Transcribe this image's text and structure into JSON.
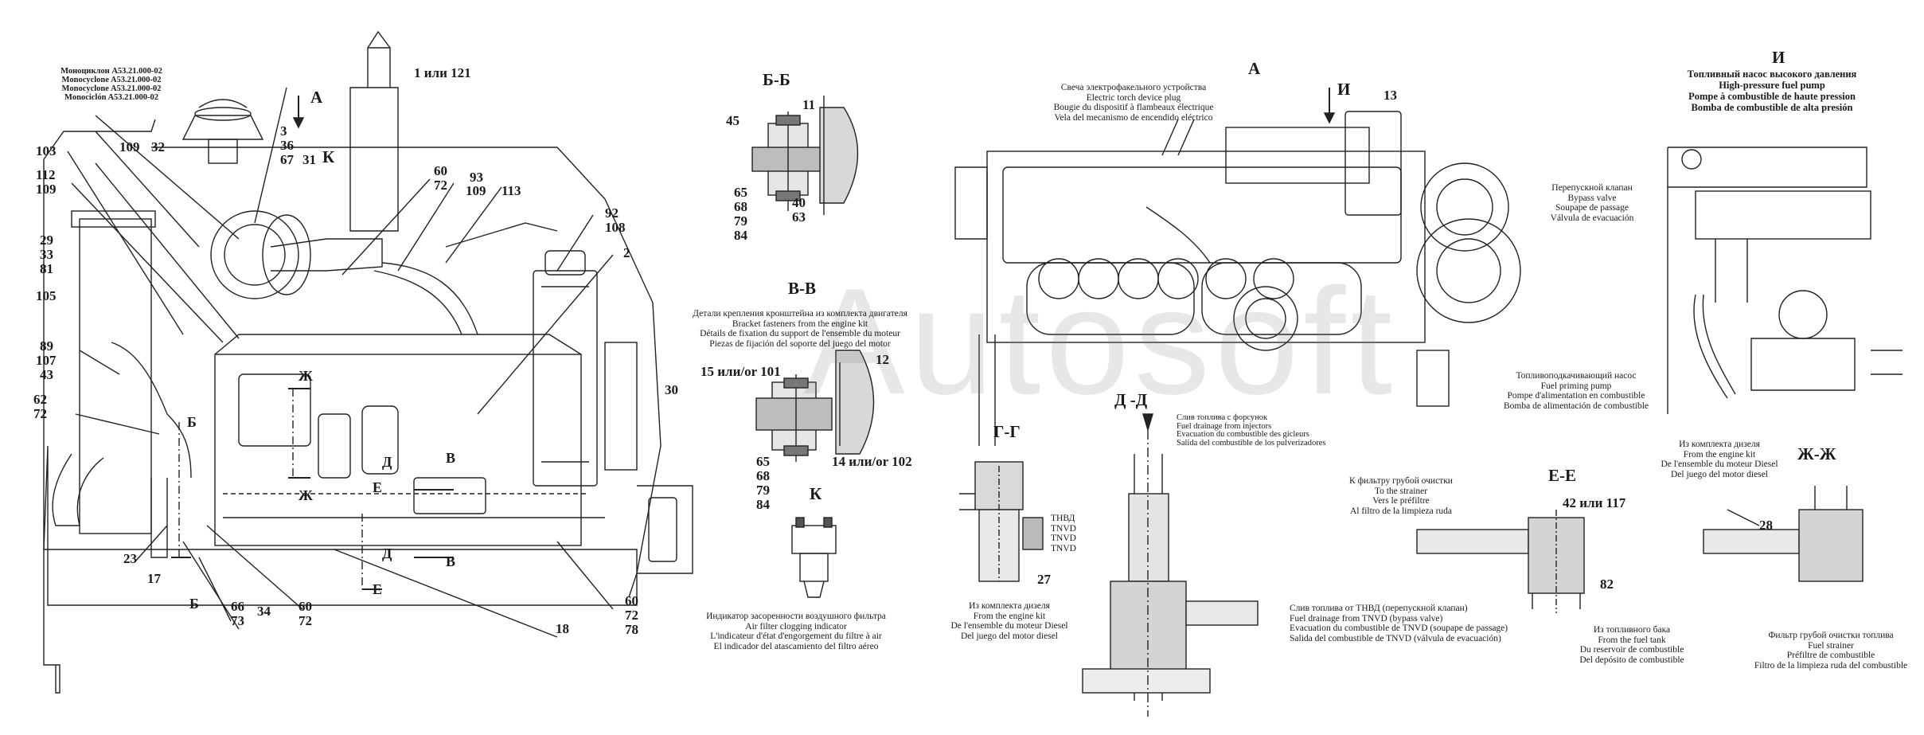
{
  "watermark": "Autosoft",
  "sections": {
    "A_left": "А",
    "A_right": "А",
    "B_top": "Б-Б",
    "V": "В-В",
    "K": "К",
    "G": "Г-Г",
    "D": "Д -Д",
    "E": "Е-Е",
    "ZH": "Ж-Ж",
    "I": "И",
    "I_arrow": "И",
    "K_callout": "К"
  },
  "captions": {
    "monocyclone": [
      "Моноциклон А53.21.000-02",
      "Monocyclone A53.21.000-02",
      "Monocyclone A53.21.000-02",
      "Monociclón A53.21.000-02"
    ],
    "torch": [
      "Свеча электрофакельного устройства",
      "Electric torch device plug",
      "Bougie du dispositif à flambeaux électrique",
      "Vela del mecanismo de encendido eléctrico"
    ],
    "hp_pump": [
      "Топливный насос высокого давления",
      "High-pressure fuel pump",
      "Pompe à combustible de haute pression",
      "Bomba de combustible de alta presión"
    ],
    "bypass": [
      "Перепускной клапан",
      "Bypass valve",
      "Soupape de passage",
      "Válvula de evacuación"
    ],
    "priming": [
      "Топливоподкачивающий насос",
      "Fuel priming pump",
      "Pompe d'alimentation en combustible",
      "Bomba de alimentación de combustible"
    ],
    "bracket": [
      "Детали крепления кронштейна из комплекта двигателя",
      "Bracket fasteners from the engine kit",
      "Détails de fixation du support de l'ensemble du moteur",
      "Piezas de fijación del soporte del juego del motor"
    ],
    "injectors_drain": [
      "Слив топлива с форсунок",
      "Fuel drainage from injectors",
      "Evacuation du combustible des gicleurs",
      "Salida del combustible de los pulverizadores"
    ],
    "diesel_kit_g": [
      "Из комплекта дизеля",
      "From the engine kit",
      "De l'ensemble du moteur Diesel",
      "Del juego del motor diesel"
    ],
    "diesel_kit_zh": [
      "Из комплекта дизеля",
      "From the engine kit",
      "De l'ensemble du moteur Diesel",
      "Del juego del motor diesel"
    ],
    "air_filter": [
      "Индикатор засоренности воздушного фильтра",
      "Air filter clogging indicator",
      "L'indicateur d'état d'engorgement du filtre à air",
      "El indicador del atascamiento del filtro aéreo"
    ],
    "tnvd_drain": [
      "Слив топлива от ТНВД (перепускной клапан)",
      "Fuel drainage from TNVD (bypass valve)",
      "Evacuation du combustible de TNVD (soupape de passage)",
      "Salida del combustible de TNVD (válvula de evacuación)"
    ],
    "to_strainer": [
      "К фильтру грубой очистки",
      "To the strainer",
      "Vers le préfiltre",
      "Al filtro de la limpieza ruda"
    ],
    "from_tank": [
      "Из топливного бака",
      "From the fuel tank",
      "Du reservoir de combustible",
      "Del depósito de combustible"
    ],
    "fuel_strainer": [
      "Фильтр грубой очистки топлива",
      "Fuel strainer",
      "Préfiltre de combustible",
      "Filtro de la limpieza ruda del combustible"
    ],
    "tnvd_list": [
      "ТНВД",
      "TNVD",
      "TNVD",
      "TNVD"
    ]
  },
  "callouts": {
    "c1": "1 или 121",
    "c3": "3",
    "c36": "36",
    "c67": "67",
    "c31": "31",
    "c103": "103",
    "c112": "112",
    "c109a": "109",
    "c109b": "109",
    "c32": "32",
    "c60a": "60",
    "c72a": "72",
    "c93": "93",
    "c109c": "109",
    "c113": "113",
    "c92": "92",
    "c108": "108",
    "c2": "2",
    "c29": "29",
    "c33": "33",
    "c81": "81",
    "c105": "105",
    "c89": "89",
    "c107": "107",
    "c43": "43",
    "c62": "62",
    "c72b": "72",
    "c30": "30",
    "c23": "23",
    "c17": "17",
    "c66": "66",
    "c73": "73",
    "c34": "34",
    "c60b": "60",
    "c72c": "72",
    "c60c": "60",
    "c72d": "72",
    "c78": "78",
    "c18": "18",
    "bb11": "11",
    "bb45": "45",
    "bb65": "65",
    "bb68": "68",
    "bb79": "79",
    "bb84": "84",
    "bb40": "40",
    "bb63": "63",
    "vv15": "15 или/or 101",
    "vv12": "12",
    "vv65": "65",
    "vv68": "68",
    "vv79": "79",
    "vv84": "84",
    "vv14": "14 или/or 102",
    "a13": "13",
    "g27": "27",
    "e42": "42 или 117",
    "e82": "82",
    "zh28": "28"
  },
  "cut_marks": {
    "zh_top": "Ж",
    "zh_bot": "Ж",
    "b_top": "Б",
    "b_bot": "Б",
    "v_top": "В",
    "v_bot": "В",
    "e_top": "Е",
    "e_bot": "Е",
    "d_top": "Д",
    "d_bot": "Д"
  }
}
